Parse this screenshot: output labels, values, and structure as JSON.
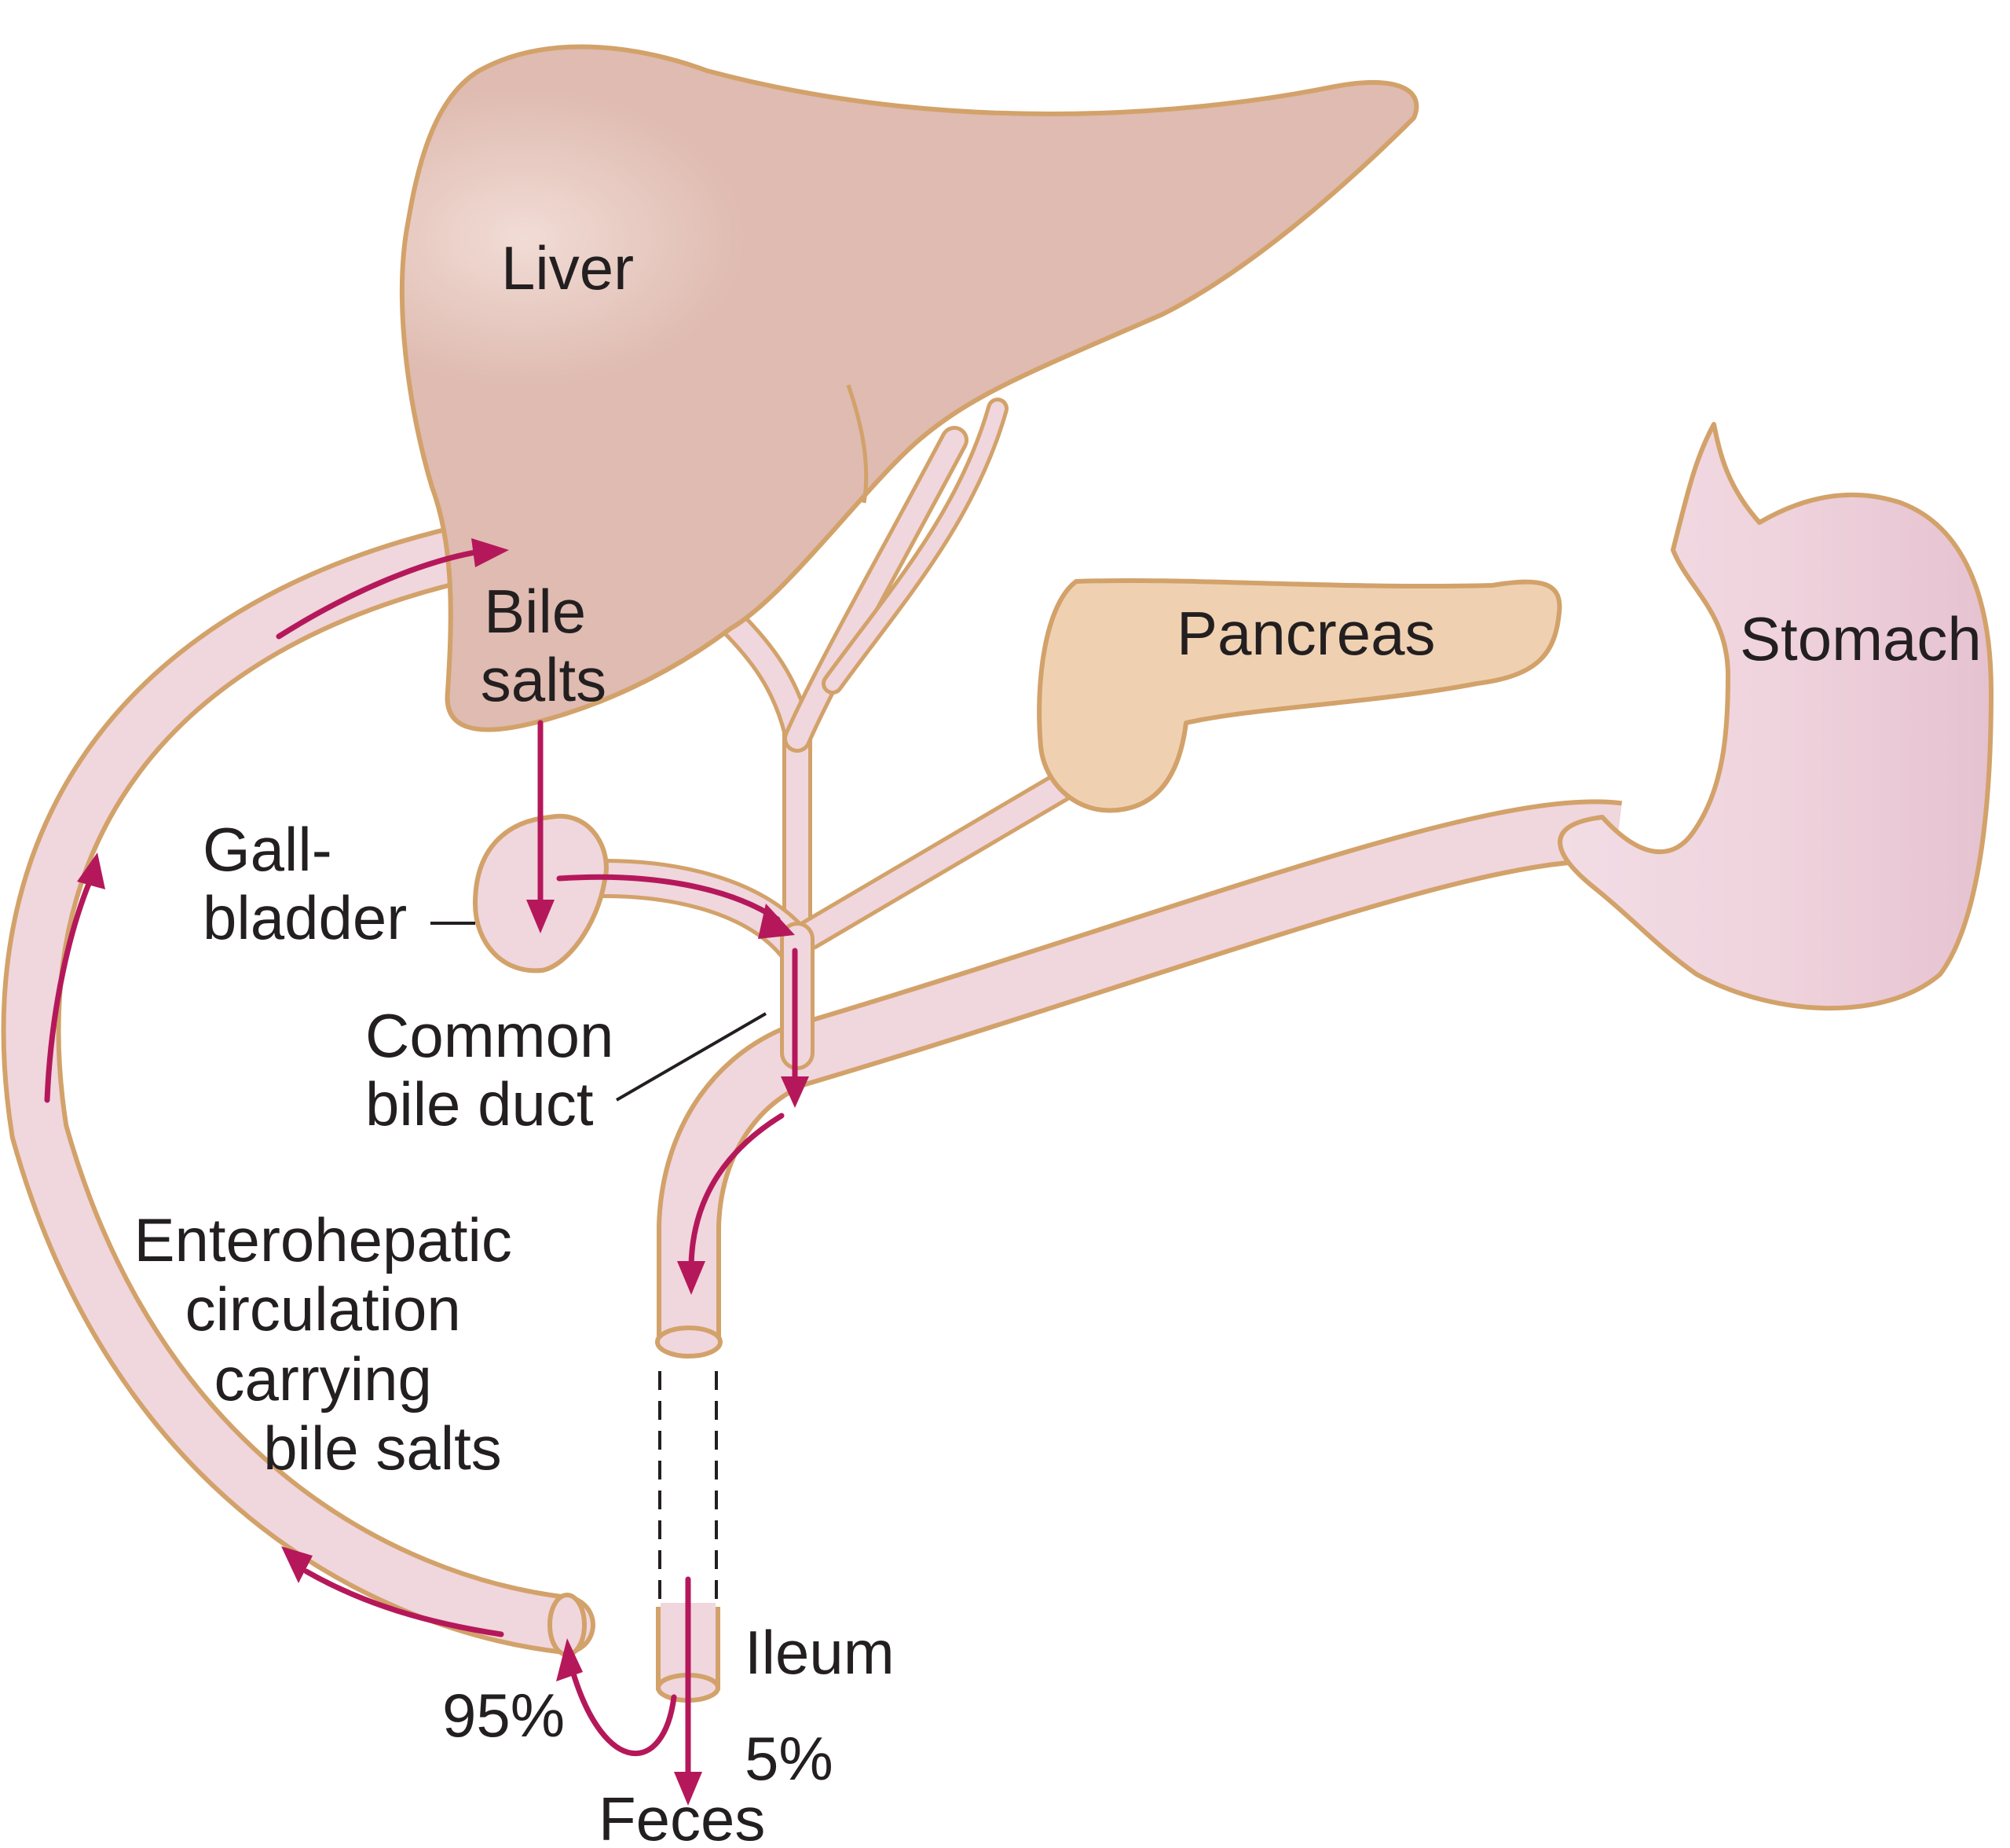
{
  "colors": {
    "liver": "#dfbbb1",
    "duct": "#f0d6dd",
    "pancreas": "#efd1b2",
    "stomach": "#efd3dd",
    "outline": "#d2a26a",
    "arrow": "#b5185a",
    "text": "#231f20"
  },
  "labels": {
    "liver": "Liver",
    "bile_salts": [
      "Bile",
      "salts"
    ],
    "gallbladder": [
      "Gall-",
      "bladder"
    ],
    "common_bile_duct": [
      "Common",
      "bile duct"
    ],
    "pancreas": "Pancreas",
    "stomach": "Stomach",
    "enterohepatic": [
      "Enterohepatic",
      "circulation",
      "carrying",
      "bile salts"
    ],
    "ileum": "Ileum",
    "pct_reabsorbed": "95%",
    "pct_excreted": "5%",
    "feces": "Feces"
  }
}
